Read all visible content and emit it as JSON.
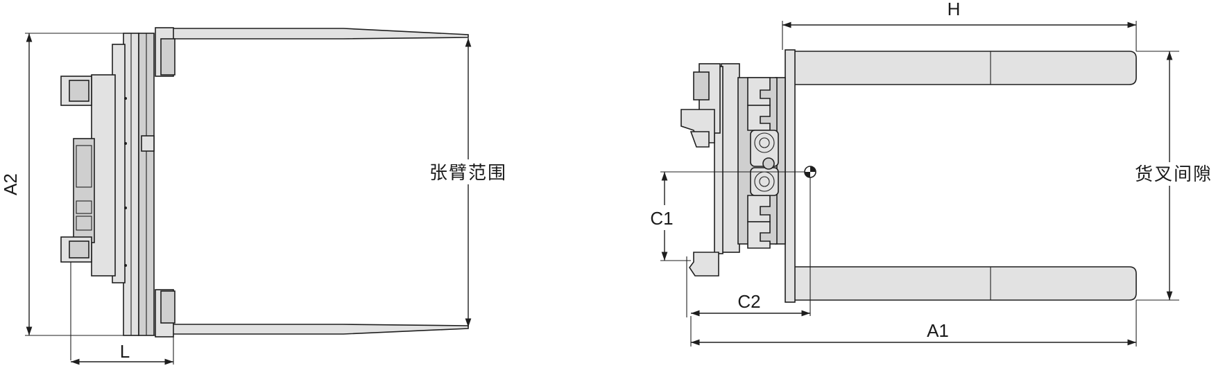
{
  "labels": {
    "a2": "A2",
    "l": "L",
    "arm_range": "张臂范围",
    "h": "H",
    "c1": "C1",
    "c2": "C2",
    "a1": "A1",
    "fork_gap": "货叉间隙"
  }
}
